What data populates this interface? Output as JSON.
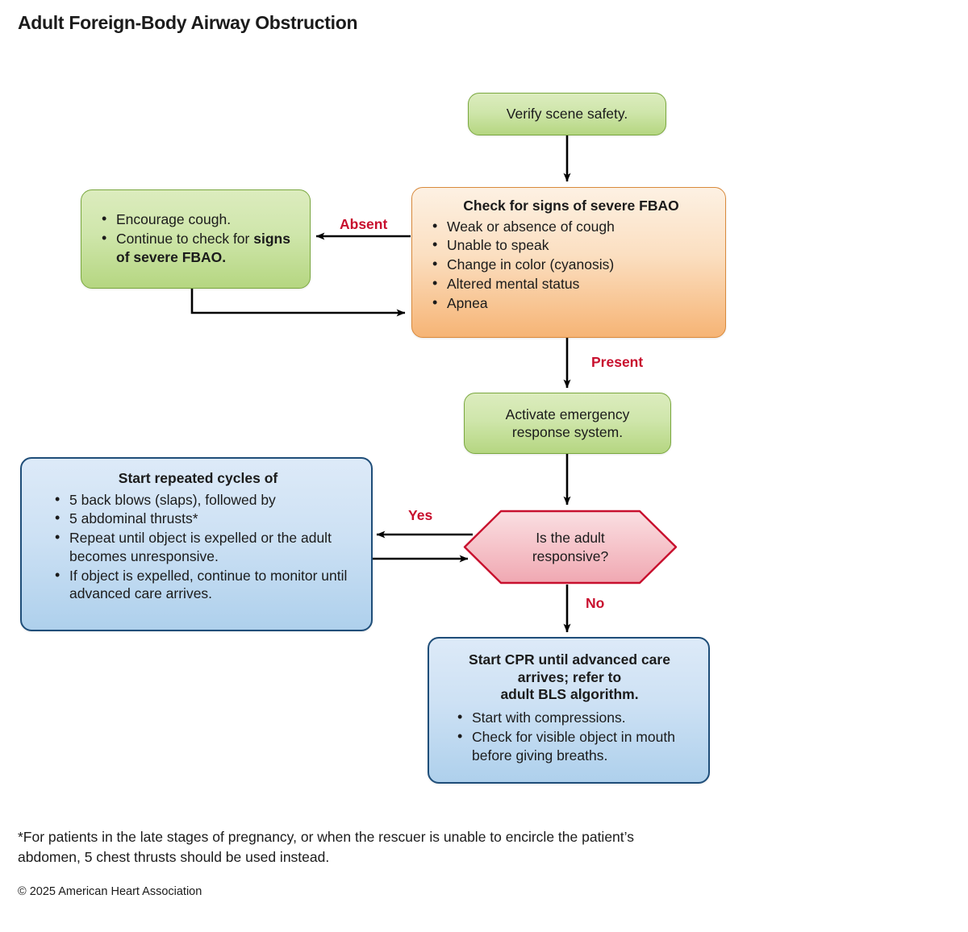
{
  "title": "Adult Foreign-Body Airway Obstruction",
  "nodes": {
    "verify_scene": {
      "text": "Verify scene safety."
    },
    "check_fbao": {
      "heading": "Check for signs of severe FBAO",
      "bullets": [
        "Weak or absence of cough",
        "Unable to speak",
        "Change in color (cyanosis)",
        "Altered mental status",
        "Apnea"
      ]
    },
    "encourage_cough": {
      "bullet1": "Encourage cough.",
      "bullet2_plain": "Continue to check for ",
      "bullet2_bold": "signs of severe FBAO."
    },
    "activate_ems": {
      "line1": "Activate emergency",
      "line2": "response system."
    },
    "responsive_decision": {
      "line1": "Is the adult",
      "line2": "responsive?"
    },
    "cycles": {
      "heading": "Start repeated cycles of",
      "bullets": [
        "5 back blows (slaps), followed by",
        "5 abdominal thrusts*",
        "Repeat until object is expelled or the adult becomes unresponsive.",
        "If object is expelled, continue to monitor until advanced care arrives."
      ]
    },
    "start_cpr": {
      "heading_line1": "Start CPR until advanced care",
      "heading_line2": "arrives; refer to",
      "heading_line3": "adult BLS algorithm.",
      "bullets": [
        "Start with compressions.",
        "Check for visible object in mouth before giving breaths."
      ]
    }
  },
  "edges": {
    "absent": "Absent",
    "present": "Present",
    "yes": "Yes",
    "no": "No"
  },
  "footnote": "*For patients in the late stages of pregnancy, or when the rescuer is unable to encircle the patient’s abdomen, 5 chest thrusts should be used instead.",
  "copyright": "© 2025 American Heart Association",
  "colors": {
    "label_red": "#c8102e",
    "green_fill": "#cfe6ab",
    "green_border": "#7aa83f",
    "orange_fill": "#fbdfc1",
    "orange_border": "#d98a3c",
    "blue_fill": "#cde1f4",
    "blue_border": "#1f4e79",
    "pink_fill": "#f6c2c8",
    "pink_border": "#c8102e",
    "arrow": "#000000",
    "text": "#1b1b1b"
  }
}
